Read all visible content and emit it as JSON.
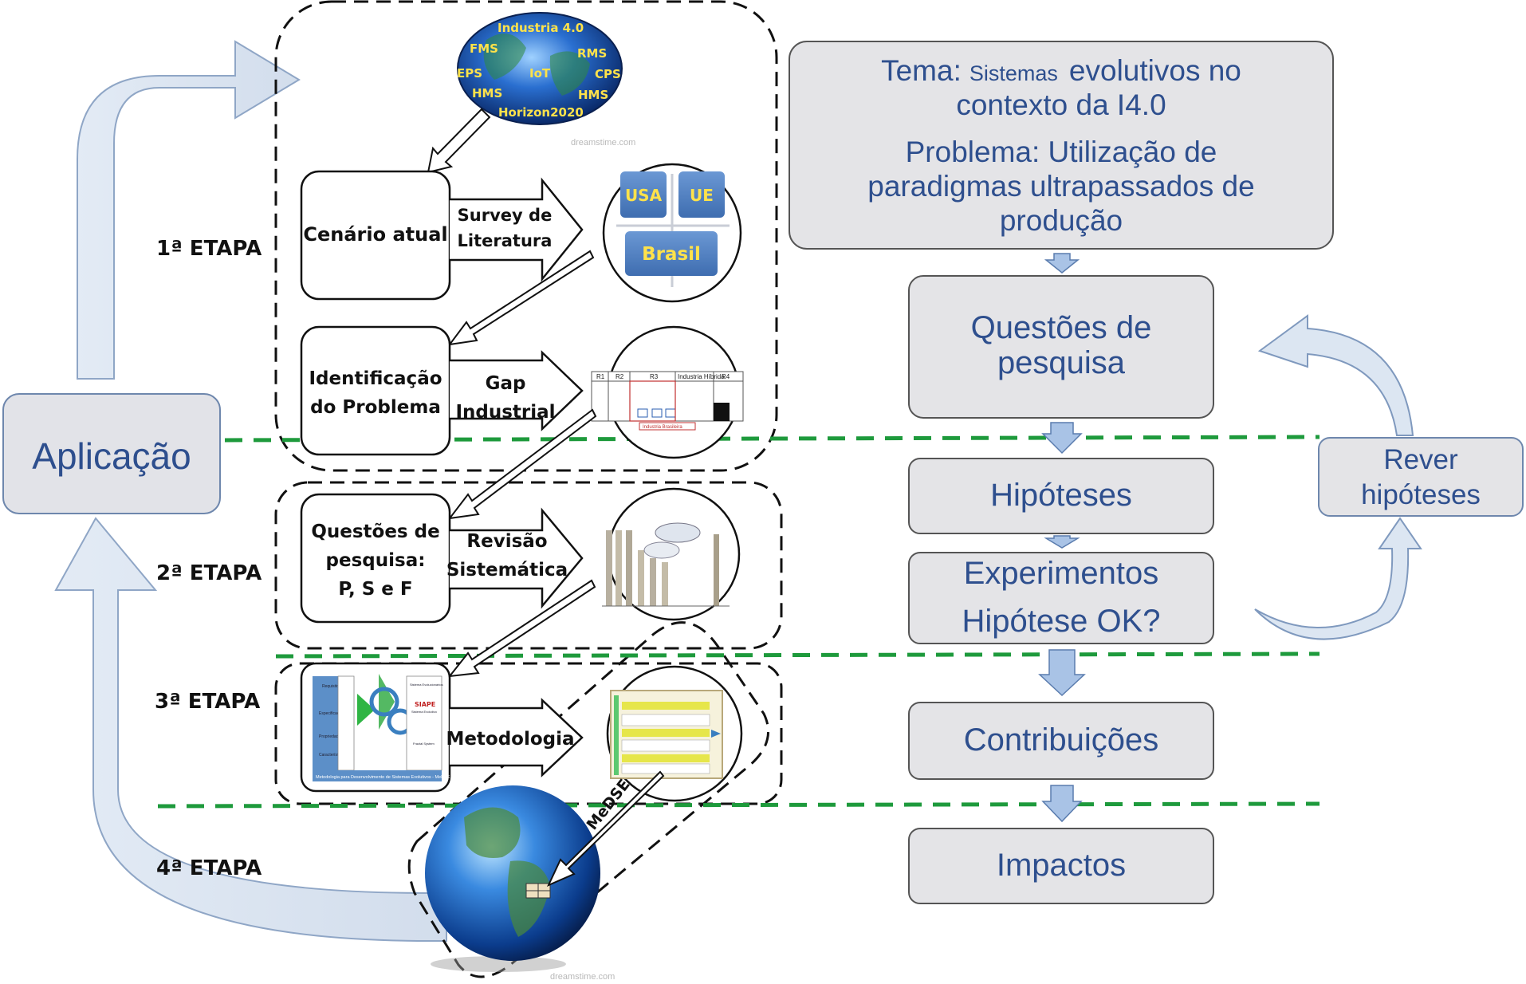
{
  "colors": {
    "blue_text": "#2E4F8E",
    "box_fill": "#E4E4E7",
    "box_stroke": "#5A6E8C",
    "green_dash": "#1E9A3C",
    "arrow_fill": "#DCE6F2",
    "arrow_stroke": "#7F99BE",
    "tile_blue": "#4F7FC0",
    "tile_text": "#FFE24A"
  },
  "left": {
    "aplicacao": "Aplicação",
    "etapas": [
      "1ª ETAPA",
      "2ª ETAPA",
      "3ª ETAPA",
      "4ª ETAPA"
    ]
  },
  "globe_top": {
    "tags": [
      "Industria 4.0",
      "FMS",
      "RMS",
      "EPS",
      "IoT",
      "CPS",
      "HMS",
      "HMS",
      "Horizon2020"
    ],
    "watermark": "dreamstime.com"
  },
  "stage1": {
    "cenario_line1": "Cenário atual",
    "survey_line1": "Survey de",
    "survey_line2": "Literatura",
    "tile_usa": "USA",
    "tile_ue": "UE",
    "tile_brasil": "Brasil",
    "ident_line1": "Identificação",
    "ident_line2": "do Problema",
    "gap_line1": "Gap",
    "gap_line2": "Industrial",
    "table_headers": [
      "R1",
      "R2",
      "R3",
      "Industria Híbrida",
      "R4"
    ],
    "table_bottom": "Industria Brasileira"
  },
  "stage2": {
    "q_line1": "Questões de",
    "q_line2": "pesquisa:",
    "q_line3": "P, S e F",
    "rev_line1": "Revisão",
    "rev_line2": "Sistemática"
  },
  "stage3": {
    "metodologia": "Metodologia",
    "doc_caption": "Metodologia para Desenvolvimento de Sistemas Evolutivos - MeDSE",
    "doc_siape": "SIAPE",
    "doc_side": [
      "Requisitos",
      "Especificações",
      "Propriedades",
      "Características"
    ],
    "doc_right": [
      "Sistema Evolucionários",
      "Sistema Evolutivo",
      "Fractal System"
    ]
  },
  "stage4": {
    "medse": "MeDSE",
    "watermark": "dreamstime.com"
  },
  "right": {
    "tema_label": "Tema:",
    "tema_small": "Sistemas",
    "tema_rest": "evolutivos no",
    "tema_line2": "contexto da I4.0",
    "problema_line1": "Problema:  Utilização de",
    "problema_line2": "paradigmas ultrapassados de",
    "problema_line3": "produção",
    "questoes_line1": "Questões de",
    "questoes_line2": "pesquisa",
    "hipoteses": "Hipóteses",
    "experimentos": "Experimentos",
    "hipotese_ok": "Hipótese OK?",
    "contribuicoes": "Contribuições",
    "impactos": "Impactos",
    "rever_line1": "Rever",
    "rever_line2": "hipóteses"
  }
}
